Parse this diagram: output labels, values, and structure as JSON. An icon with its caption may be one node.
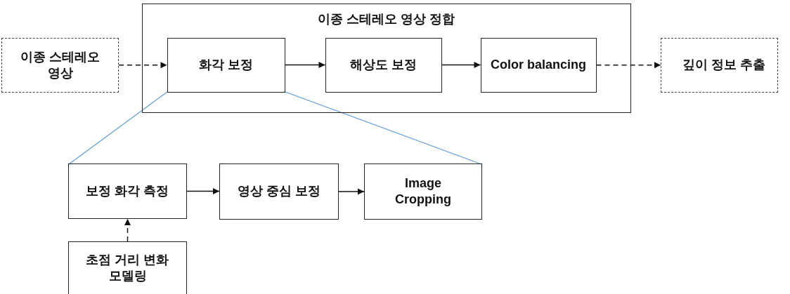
{
  "diagram": {
    "nodes": [
      {
        "text": [
          "이종 스테레오 영상 정합"
        ]
      },
      {
        "text": [
          "이종 스테레오 영상"
        ]
      },
      {
        "text": [
          "화각 보정"
        ],
        "in": 0
      },
      {
        "text": [
          "해상도 보정"
        ],
        "in": 0
      },
      {
        "text": [
          "Color balancing"
        ],
        "in": 0
      },
      {
        "text": [
          "깊이 정보 추출"
        ]
      },
      {
        "text": [
          "보정 화각 측정"
        ]
      },
      {
        "text": [
          "영상 중심 보정"
        ]
      },
      {
        "text": [
          "Image Cropping"
        ]
      },
      {
        "text": [
          "초점 거리 변화 모델링"
        ]
      }
    ],
    "edges": [
      {
        "from": 1,
        "to": 2,
        "arrow": "to",
        "style": "dashed"
      },
      {
        "from": 2,
        "to": 3,
        "arrow": "to"
      },
      {
        "from": 3,
        "to": 4,
        "arrow": "to"
      },
      {
        "from": 4,
        "to": 5,
        "arrow": "to",
        "style": "dashed"
      },
      {
        "from": 2,
        "to": 6,
        "arrow": "none",
        "color": "#5b9bd5"
      },
      {
        "from": 2,
        "to": 8,
        "arrow": "none",
        "color": "#5b9bd5"
      },
      {
        "from": 6,
        "to": 7,
        "arrow": "to"
      },
      {
        "from": 7,
        "to": 8,
        "arrow": "to"
      },
      {
        "from": 9,
        "to": 6,
        "arrow": "to",
        "style": "dashed"
      }
    ]
  }
}
